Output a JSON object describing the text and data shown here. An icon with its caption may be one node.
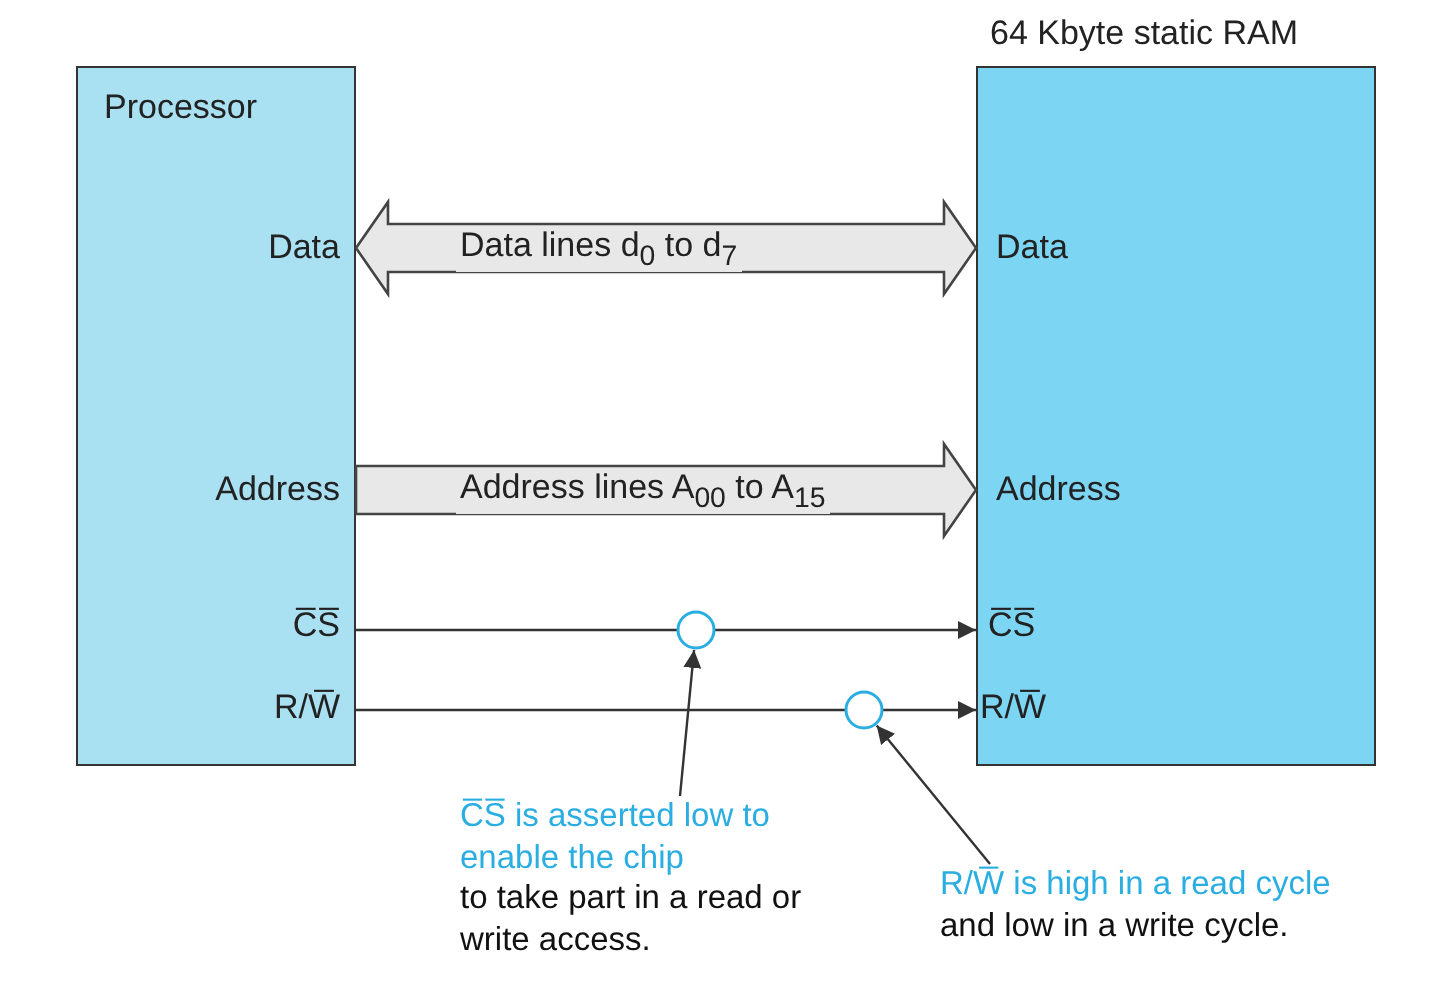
{
  "diagram": {
    "nodes": [
      {
        "text": [
          "Processor",
          "Data",
          "Address",
          "C̅S̅",
          "R/W̅"
        ]
      },
      {
        "text": [
          "64 Kbyte static RAM",
          "Data",
          "Address",
          "C̅S̅",
          "R/W̅"
        ]
      },
      {
        "text": [],
        "shape": "circle"
      },
      {
        "text": [],
        "shape": "circle"
      },
      {
        "text": [
          "C̅S̅ is asserted low to enable the chip",
          "to take part in a read or write access."
        ]
      },
      {
        "text": [
          "R/W̅ is high in a read cycle",
          "and low in a write cycle."
        ]
      }
    ],
    "edges": [
      {
        "from": 0,
        "to": 1,
        "arrow": "both",
        "style": "thick",
        "label": "Data lines d$_{0}$ to d$_{7}$"
      },
      {
        "from": 0,
        "to": 1,
        "arrow": "to",
        "style": "thick",
        "label": "Address lines A$_{00}$ to A$_{15}$"
      },
      {
        "from": 0,
        "to": 2,
        "arrow": "none"
      },
      {
        "from": 2,
        "to": 1,
        "arrow": "to"
      },
      {
        "from": 0,
        "to": 3,
        "arrow": "none"
      },
      {
        "from": 3,
        "to": 1,
        "arrow": "to"
      },
      {
        "from": 4,
        "to": 2,
        "arrow": "to"
      },
      {
        "from": 5,
        "to": 3,
        "arrow": "to"
      }
    ]
  }
}
